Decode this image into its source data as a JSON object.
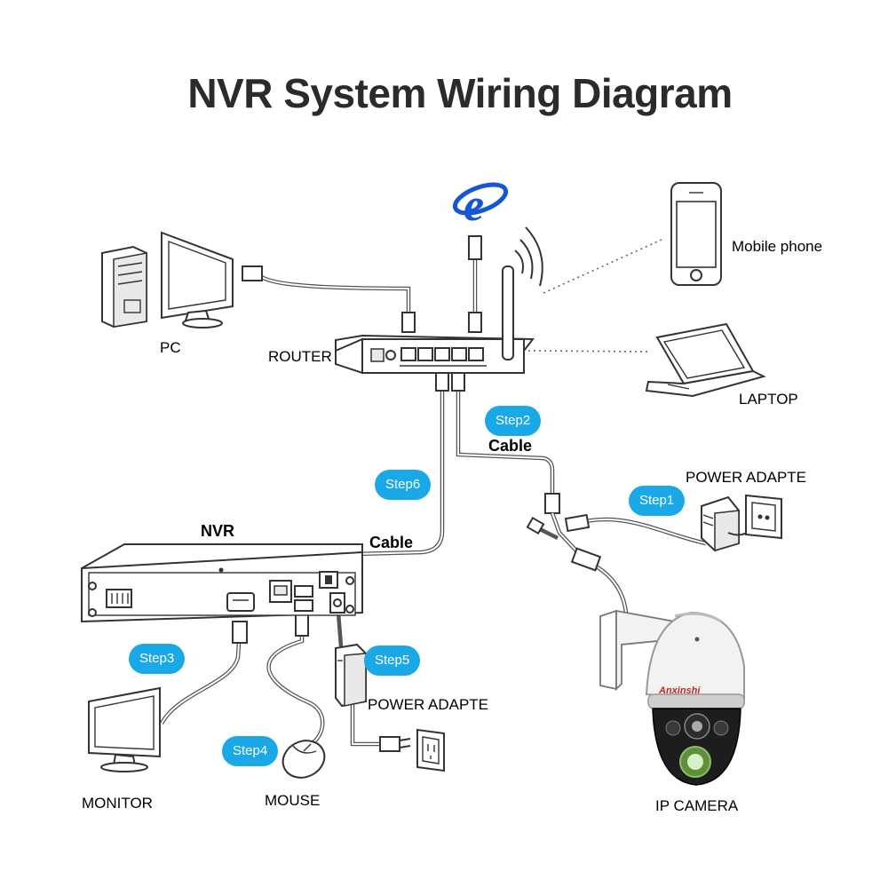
{
  "title": "NVR System Wiring Diagram",
  "labels": {
    "pc": "PC",
    "router": "ROUTER",
    "mobile_phone": "Mobile phone",
    "laptop": "LAPTOP",
    "power_adapter_camera": "POWER ADAPTE",
    "nvr": "NVR",
    "cable_nvr": "Cable",
    "cable_camera": "Cable",
    "power_adapter_nvr": "POWER ADAPTE",
    "monitor": "MONITOR",
    "mouse": "MOUSE",
    "ip_camera": "IP  CAMERA",
    "camera_brand": "Anxinshi"
  },
  "steps": {
    "step1": "Step1",
    "step2": "Step2",
    "step3": "Step3",
    "step4": "Step4",
    "step5": "Step5",
    "step6": "Step6"
  },
  "icons": {
    "internet": "internet-explorer-icon",
    "wifi": "wifi-signal-icon"
  },
  "colors": {
    "step_badge": "#1aa9e6",
    "internet_icon": "#1556d6",
    "camera_brand": "#d02020",
    "title": "#2b2b2b"
  }
}
